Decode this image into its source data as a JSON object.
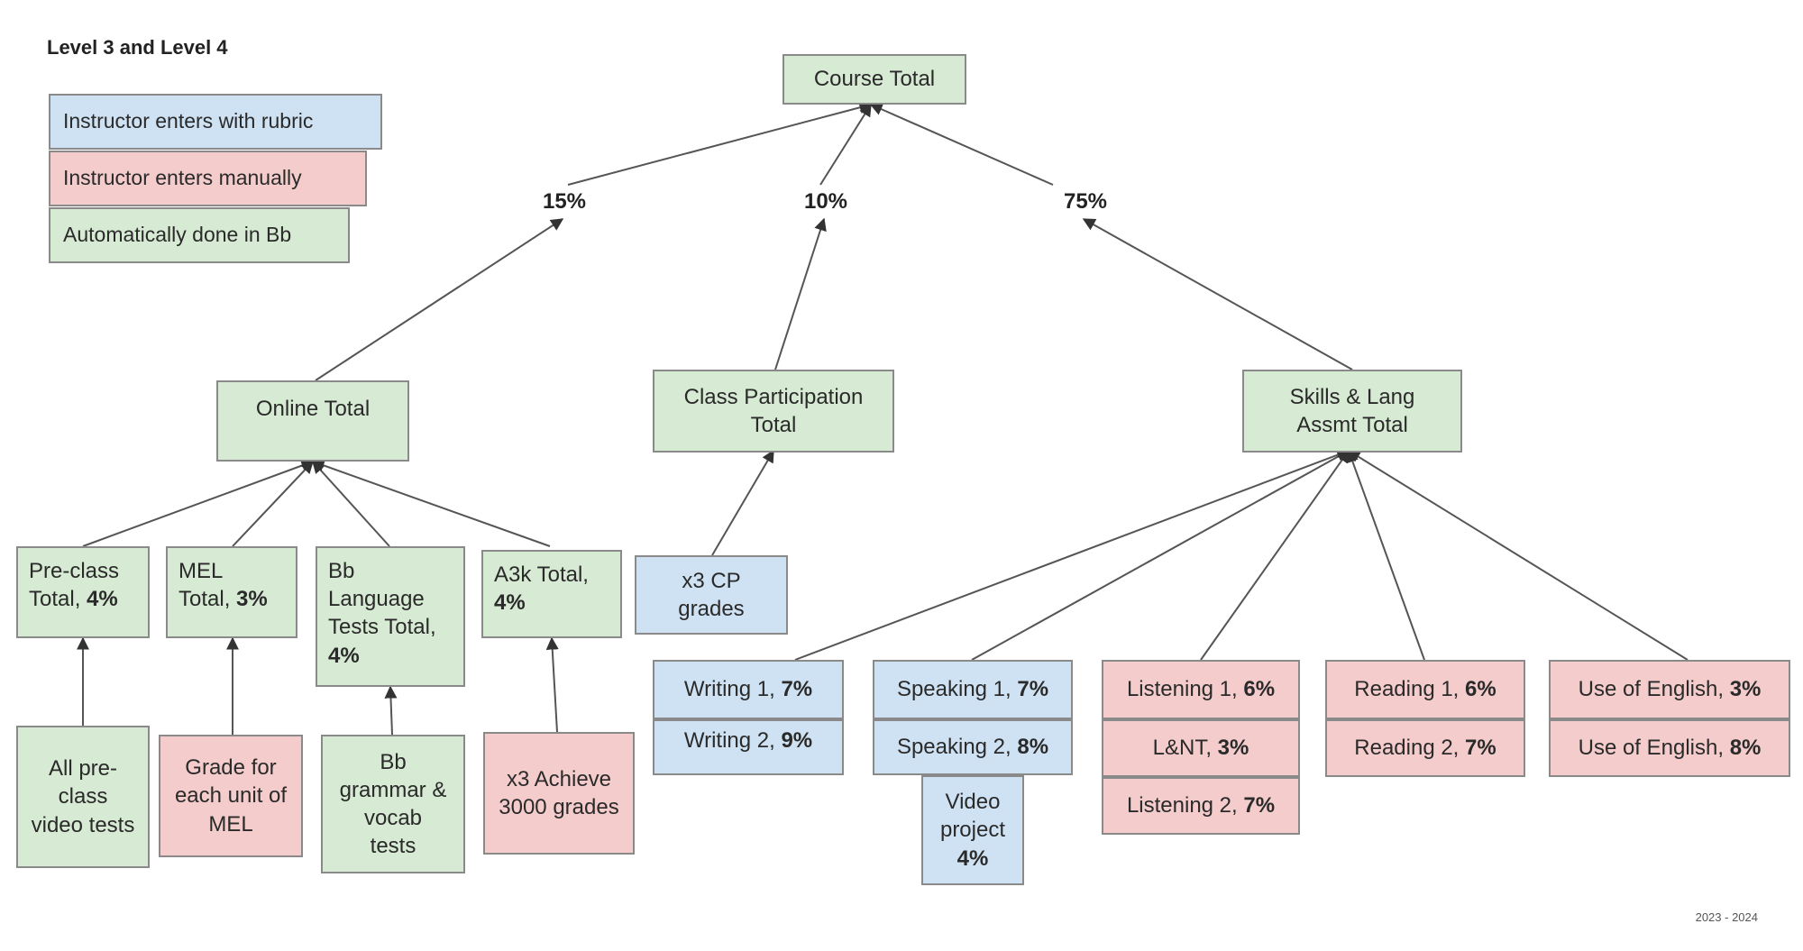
{
  "title": "Level 3 and Level 4",
  "legend": {
    "rubric": "Instructor enters with rubric",
    "manual": "Instructor enters manually",
    "auto": "Automatically done in Bb"
  },
  "colors": {
    "green": "#d7ead3",
    "blue": "#cfe2f3",
    "pink": "#f4cccc",
    "border": "#8a8a8a"
  },
  "root": "Course Total",
  "percentages": {
    "online": "15%",
    "participation": "10%",
    "skills": "75%"
  },
  "groups": {
    "online": "Online Total",
    "participation": "Class Participation Total",
    "skills": "Skills & Lang Assmt Total"
  },
  "online_items": {
    "preclass": {
      "name": "Pre-class Total,",
      "pct": "4%"
    },
    "mel": {
      "name": "MEL Total,",
      "pct": "3%"
    },
    "bb": {
      "name": "Bb Language Tests Total,",
      "pct": "4%"
    },
    "a3k": {
      "name": "A3k Total,",
      "pct": "4%"
    }
  },
  "online_sources": {
    "preclass": "All pre-class video tests",
    "mel": "Grade for each unit of MEL",
    "bb": "Bb grammar & vocab tests",
    "a3k": "x3 Achieve 3000 grades"
  },
  "participation_source": "x3 CP grades",
  "skills_items": {
    "writing1": {
      "name": "Writing 1,",
      "pct": "7%"
    },
    "writing2": {
      "name": "Writing 2,",
      "pct": "9%"
    },
    "speaking1": {
      "name": "Speaking 1,",
      "pct": "7%"
    },
    "speaking2": {
      "name": "Speaking 2,",
      "pct": "8%"
    },
    "video": {
      "name": "Video project",
      "pct": "4%"
    },
    "listening1": {
      "name": "Listening 1,",
      "pct": "6%"
    },
    "lnt": {
      "name": "L&NT,",
      "pct": "3%"
    },
    "listening2": {
      "name": "Listening 2,",
      "pct": "7%"
    },
    "reading1": {
      "name": "Reading 1,",
      "pct": "6%"
    },
    "reading2": {
      "name": "Reading 2,",
      "pct": "7%"
    },
    "uoe1": {
      "name": "Use of English,",
      "pct": "3%"
    },
    "uoe2": {
      "name": "Use of English,",
      "pct": "8%"
    }
  },
  "year": "2023 - 2024"
}
